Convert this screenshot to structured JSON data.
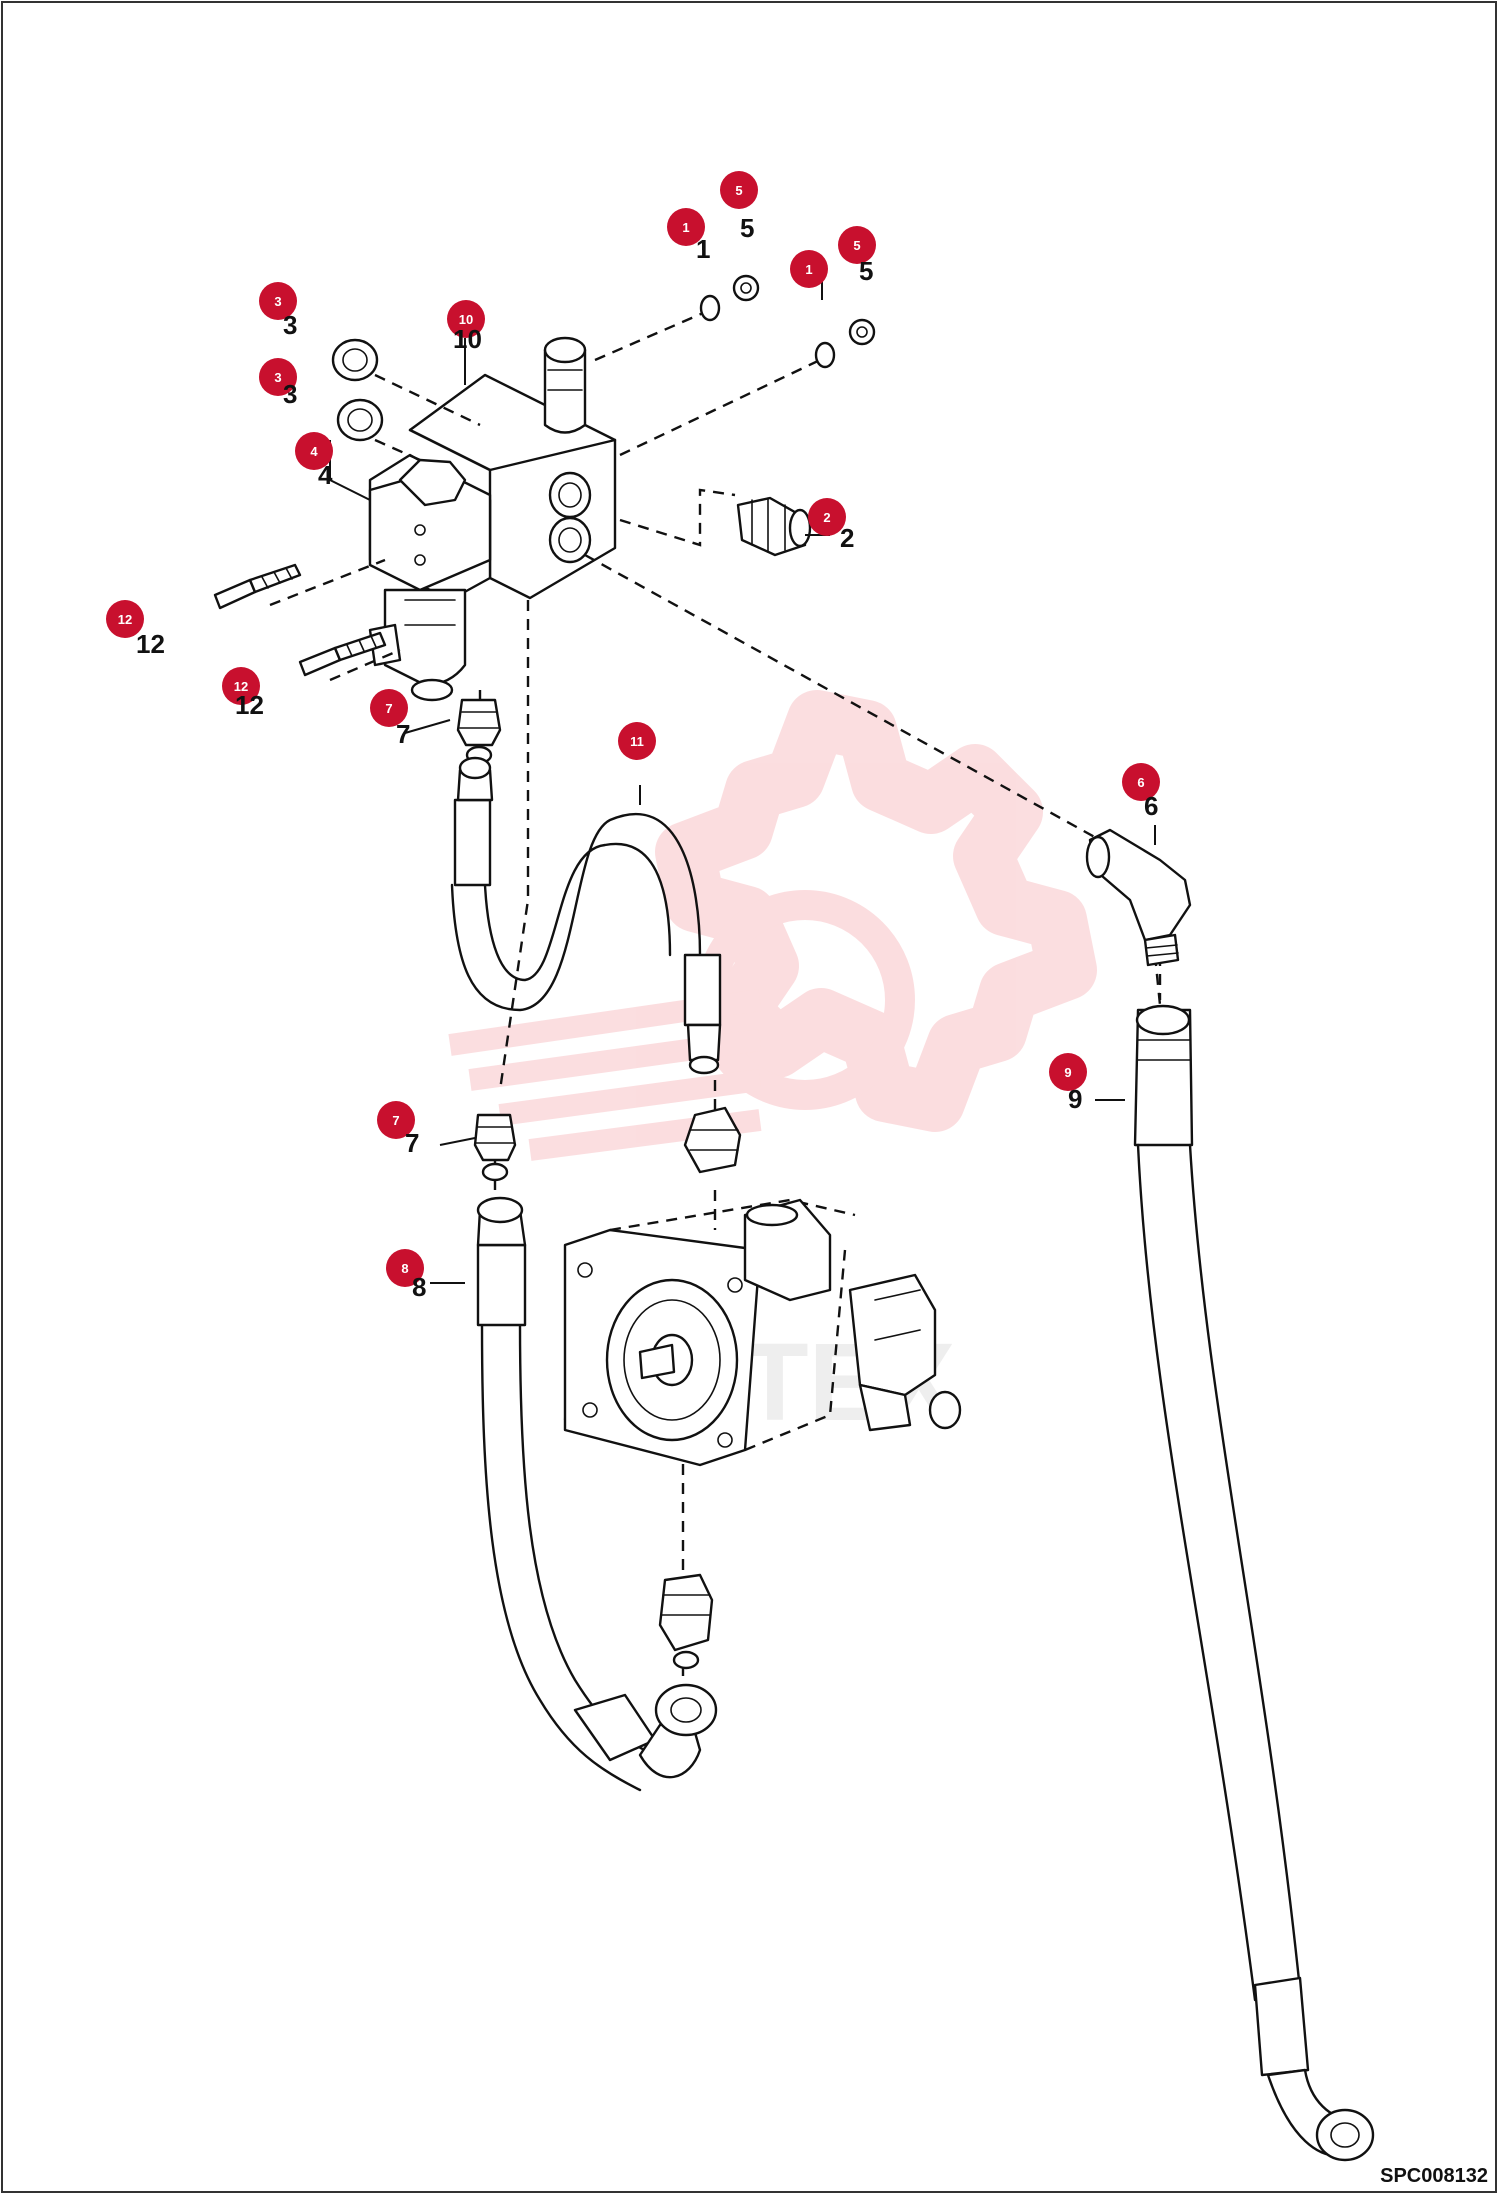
{
  "colors": {
    "line": "#111111",
    "badge": "#c8102e",
    "watermark": "#e8323c"
  },
  "drawing_code": "SPC008132",
  "callouts": [
    {
      "id": "callout-1a",
      "number": "1"
    },
    {
      "id": "callout-5a",
      "number": "5"
    },
    {
      "id": "callout-1b",
      "number": "1"
    },
    {
      "id": "callout-5b",
      "number": "5"
    },
    {
      "id": "callout-3a",
      "number": "3"
    },
    {
      "id": "callout-10",
      "number": "10"
    },
    {
      "id": "callout-3b",
      "number": "3"
    },
    {
      "id": "callout-4",
      "number": "4"
    },
    {
      "id": "callout-2",
      "number": "2"
    },
    {
      "id": "callout-12a",
      "number": "12"
    },
    {
      "id": "callout-12b",
      "number": "12"
    },
    {
      "id": "callout-7a",
      "number": "7"
    },
    {
      "id": "callout-11",
      "number": "11"
    },
    {
      "id": "callout-6",
      "number": "6"
    },
    {
      "id": "callout-9",
      "number": "9"
    },
    {
      "id": "callout-7b",
      "number": "7"
    },
    {
      "id": "callout-8",
      "number": "8"
    }
  ]
}
